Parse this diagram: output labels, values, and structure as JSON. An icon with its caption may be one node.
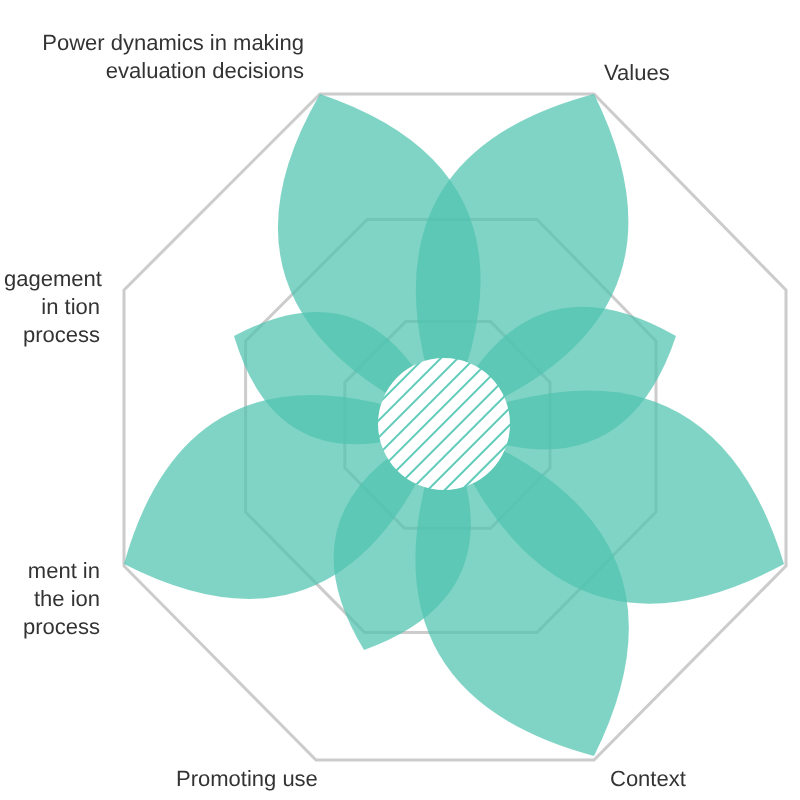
{
  "diagram": {
    "labels": [
      "Power dynamics in making evaluation decisions",
      "Values",
      "gagement in tion process",
      "ment in the ion process",
      "Promoting use",
      "Context"
    ]
  }
}
